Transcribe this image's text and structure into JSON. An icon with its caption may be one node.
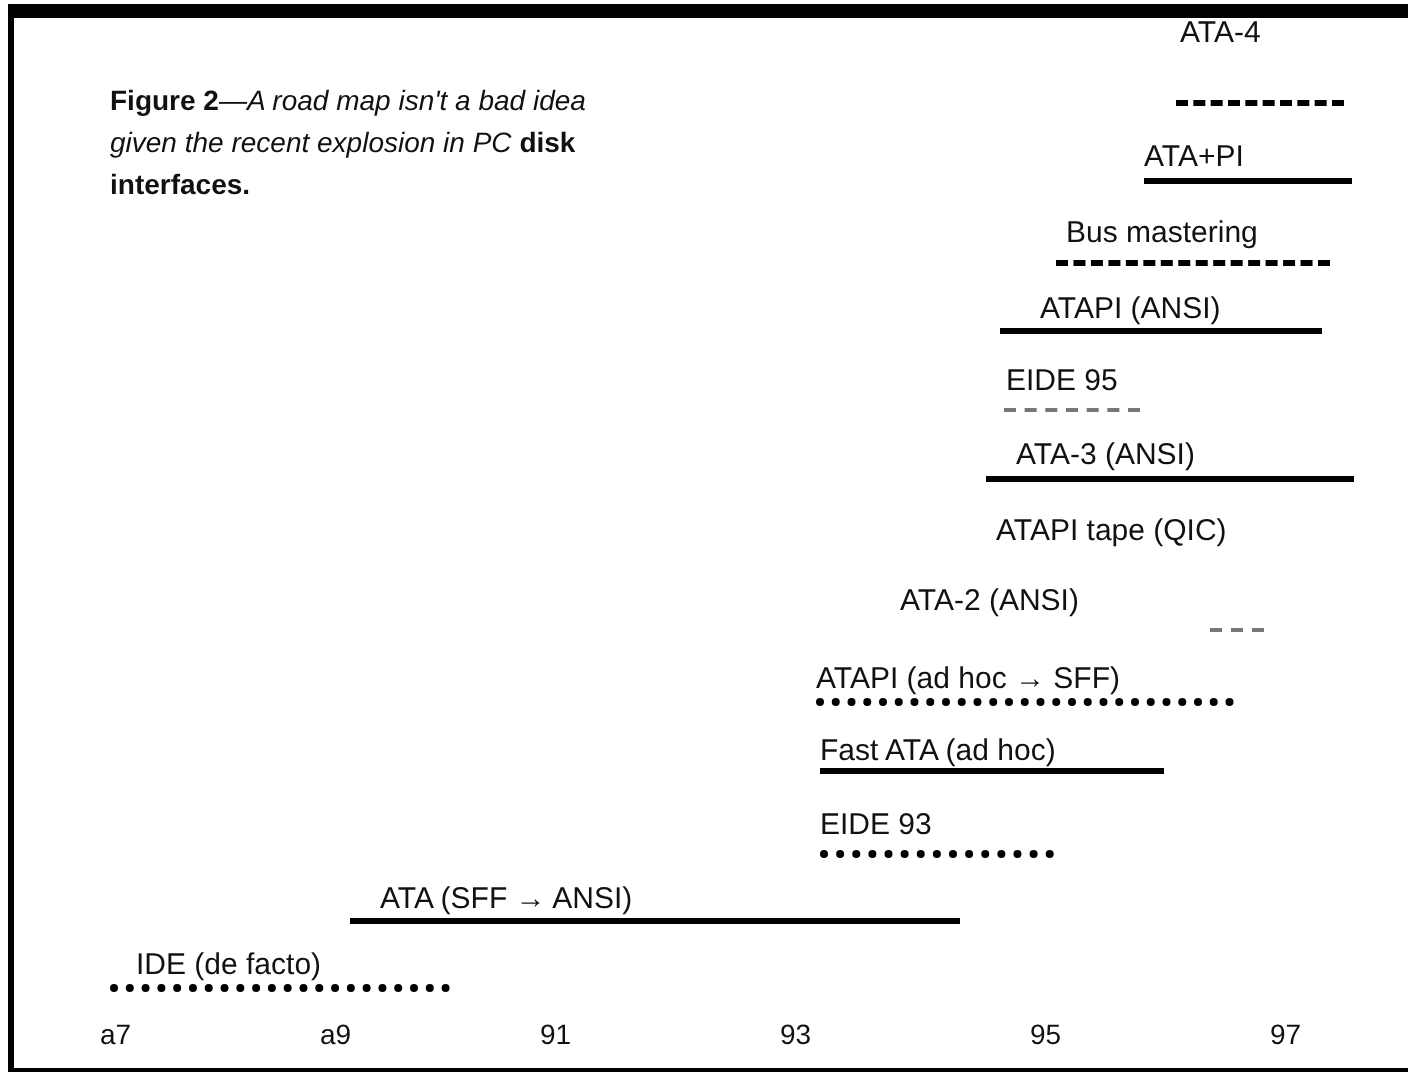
{
  "diagram": {
    "caption": "**Figure 2**—*A road map isn't a bad idea given the recent explosion in PC* **disk interfaces.**",
    "labels": [
      "ATA-4",
      "ATA+PI",
      "Bus mastering",
      "ATAPI (ANSI)",
      "EIDE 95",
      "ATA-3 (ANSI)",
      "ATAPI tape (QIC)",
      "ATA-2 (ANSI)",
      "ATAPI (ad hoc → SFF)",
      "Fast ATA (ad hoc)",
      "EIDE 93",
      "ATA (SFF → ANSI)",
      "IDE (de facto)",
      "a7",
      "a9",
      "91",
      "93",
      "95",
      "97"
    ]
  }
}
